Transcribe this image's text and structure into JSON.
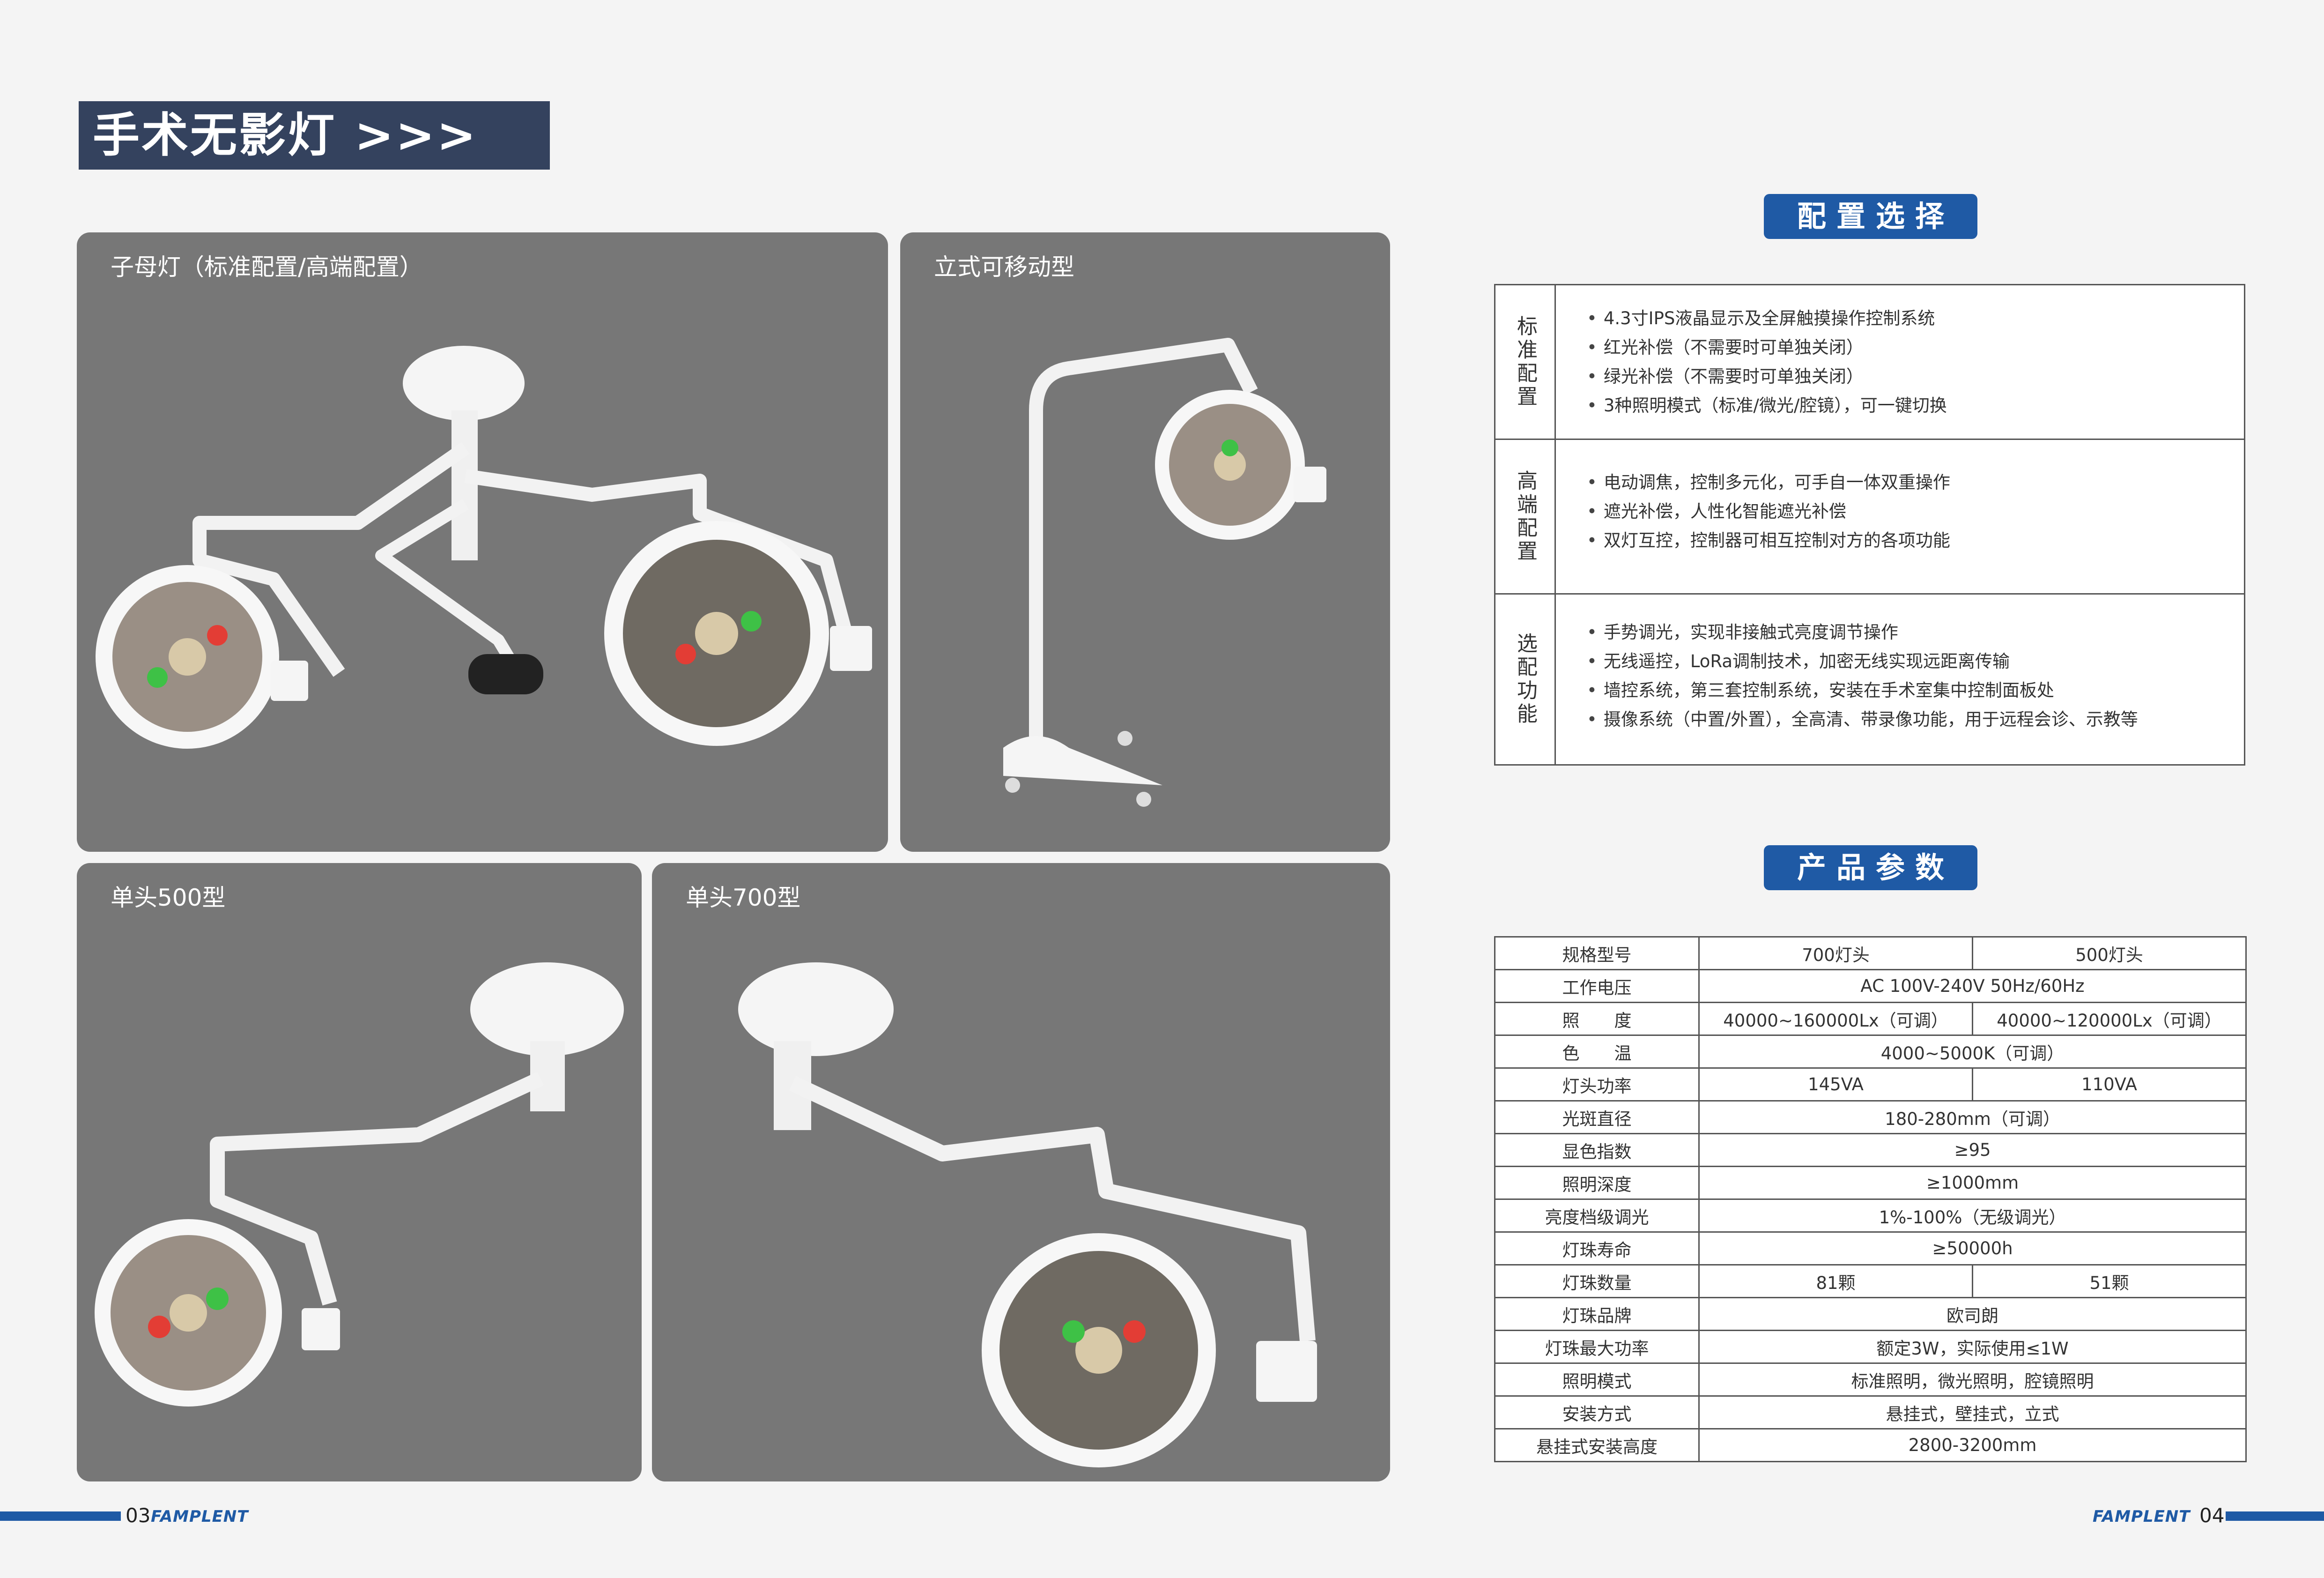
{
  "page_title": "手术无影灯 >>>",
  "panels": {
    "dual": "子母灯（标准配置/高端配置）",
    "mobile": "立式可移动型",
    "single500": "单头500型",
    "single700": "单头700型"
  },
  "config": {
    "title": "配置选择",
    "rows": [
      {
        "category": "标准配置",
        "items": [
          "4.3寸IPS液晶显示及全屏触摸操作控制系统",
          "红光补偿（不需要时可单独关闭）",
          "绿光补偿（不需要时可单独关闭）",
          "3种照明模式（标准/微光/腔镜），可一键切换"
        ]
      },
      {
        "category": "高端配置",
        "items": [
          "电动调焦，控制多元化，可手自一体双重操作",
          "遮光补偿，人性化智能遮光补偿",
          "双灯互控，控制器可相互控制对方的各项功能"
        ]
      },
      {
        "category": "选配功能",
        "items": [
          "手势调光，实现非接触式亮度调节操作",
          "无线遥控，LoRa调制技术，加密无线实现远距离传输",
          "墙控系统，第三套控制系统，安装在手术室集中控制面板处",
          "摄像系统（中置/外置），全高清、带录像功能，用于远程会诊、示教等"
        ]
      }
    ]
  },
  "params": {
    "title": "产品参数",
    "rows": [
      {
        "label": "规格型号",
        "values": [
          "700灯头",
          "500灯头"
        ]
      },
      {
        "label": "工作电压",
        "values": [
          "AC 100V-240V   50Hz/60Hz"
        ]
      },
      {
        "label": "照　　度",
        "values": [
          "40000~160000Lx（可调）",
          "40000~120000Lx（可调）"
        ]
      },
      {
        "label": "色　　温",
        "values": [
          "4000~5000K（可调）"
        ]
      },
      {
        "label": "灯头功率",
        "values": [
          "145VA",
          "110VA"
        ]
      },
      {
        "label": "光斑直径",
        "values": [
          "180-280mm（可调）"
        ]
      },
      {
        "label": "显色指数",
        "values": [
          "≥95"
        ]
      },
      {
        "label": "照明深度",
        "values": [
          "≥1000mm"
        ]
      },
      {
        "label": "亮度档级调光",
        "values": [
          "1%-100%（无级调光）"
        ]
      },
      {
        "label": "灯珠寿命",
        "values": [
          "≥50000h"
        ]
      },
      {
        "label": "灯珠数量",
        "values": [
          "81颗",
          "51颗"
        ]
      },
      {
        "label": "灯珠品牌",
        "values": [
          "欧司朗"
        ]
      },
      {
        "label": "灯珠最大功率",
        "values": [
          "额定3W，实际使用≤1W"
        ]
      },
      {
        "label": "照明模式",
        "values": [
          "标准照明，微光照明，腔镜照明"
        ]
      },
      {
        "label": "安装方式",
        "values": [
          "悬挂式，壁挂式，立式"
        ]
      },
      {
        "label": "悬挂式安装高度",
        "values": [
          "2800-3200mm"
        ]
      }
    ]
  },
  "footer": {
    "left_page": "03",
    "right_page": "04",
    "brand": "FAMPLENT"
  },
  "colors": {
    "title_bg": "#34425e",
    "accent": "#1f5aa5",
    "panel_bg": "#777777",
    "led_red": "#e33d35",
    "led_green": "#3ec146"
  }
}
